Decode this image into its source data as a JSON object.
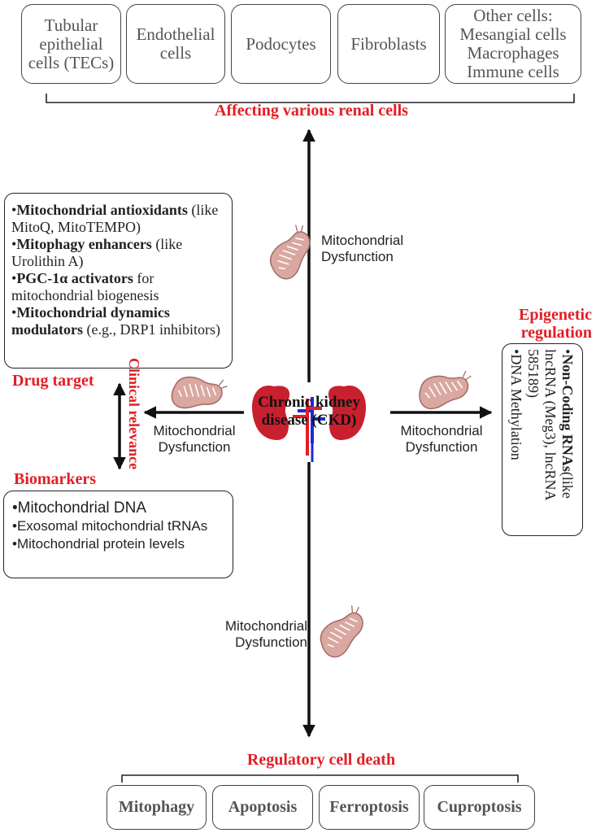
{
  "cells": [
    [
      "Tubular",
      "epithelial",
      "cells (TECs)"
    ],
    [
      "Endothelial",
      "cells"
    ],
    [
      "Podocytes"
    ],
    [
      "Fibroblasts"
    ],
    [
      "Other cells:",
      "Mesangial cells",
      "Macrophages",
      "Immune cells"
    ]
  ],
  "affecting_label": "Affecting various renal cells",
  "center": {
    "line1": "Chronic kidney",
    "line2": "disease (CKD)"
  },
  "dysfunction": {
    "line1": "Mitochondrial",
    "line2": "Dysfunction"
  },
  "drug_target_label": "Drug target",
  "clinical_relevance_label": "Clinical relevance",
  "biomarkers_label": "Biomarkers",
  "drug_items": [
    {
      "bold": "Mitochondrial antioxidants",
      "rest": " (like MitoQ, MitoTEMPO)"
    },
    {
      "bold": "Mitophagy enhancers",
      "rest": " (like Urolithin A)"
    },
    {
      "bold": "PGC-1α activators",
      "rest": " for mitochondrial biogenesis"
    },
    {
      "bold": "Mitochondrial dynamics modulators",
      "rest": " (e.g., DRP1 inhibitors)"
    }
  ],
  "biomarker_items": [
    "Mitochondrial DNA",
    "Exosomal mitochondrial tRNAs",
    "Mitochondrial protein levels"
  ],
  "epigenetic": {
    "title_line1": "Epigenetic",
    "title_line2": "regulation",
    "item1_bold": "Non-Coding RNAs",
    "item1_rest": "(like lncRNA (Meg3), lncRNA 585189)",
    "item2": "DNA Methylation"
  },
  "regulatory_label": "Regulatory cell death",
  "death_types": [
    "Mitophagy",
    "Apoptosis",
    "Ferroptosis",
    "Cuproptosis"
  ],
  "colors": {
    "red": "#e31e24",
    "kidney": "#c8202f",
    "mito_fill": "#d9a8a0",
    "mito_stroke": "#a36b62",
    "artery": "#e31e24",
    "vein": "#1b2bd8"
  }
}
